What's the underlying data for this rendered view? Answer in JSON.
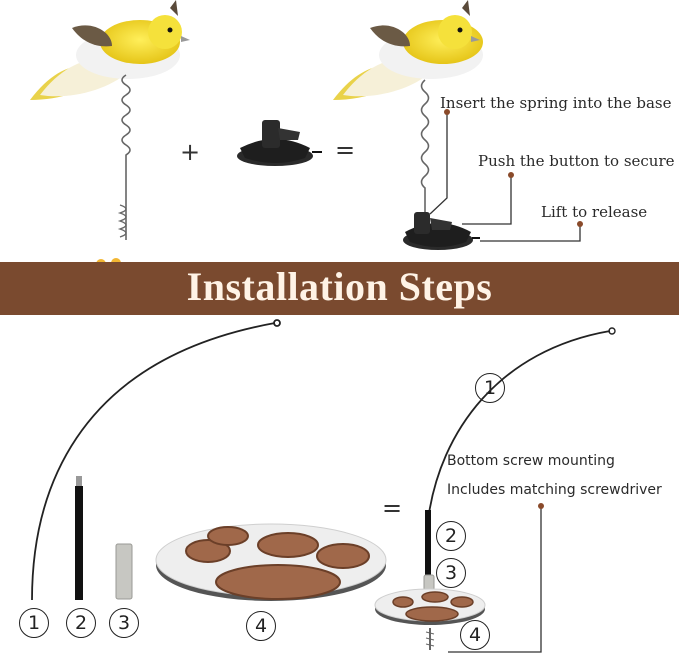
{
  "top": {
    "plus_symbol": "+",
    "equals_symbol": "=",
    "callouts": {
      "insert": "Insert the spring into the base",
      "push": "Push the button to secure",
      "lift": "Lift to release"
    }
  },
  "banner": {
    "title": "Installation Steps",
    "color": "#7a4a2f",
    "paw_color": "#f2b632"
  },
  "bottom": {
    "equals_symbol": "=",
    "parts": [
      "1",
      "2",
      "3",
      "4"
    ],
    "assembly_numbers": [
      "1",
      "2",
      "3",
      "4"
    ],
    "notes": {
      "mounting": "Bottom screw mounting",
      "screwdriver": "Includes matching screwdriver"
    },
    "pad_color": "#a0684a"
  }
}
